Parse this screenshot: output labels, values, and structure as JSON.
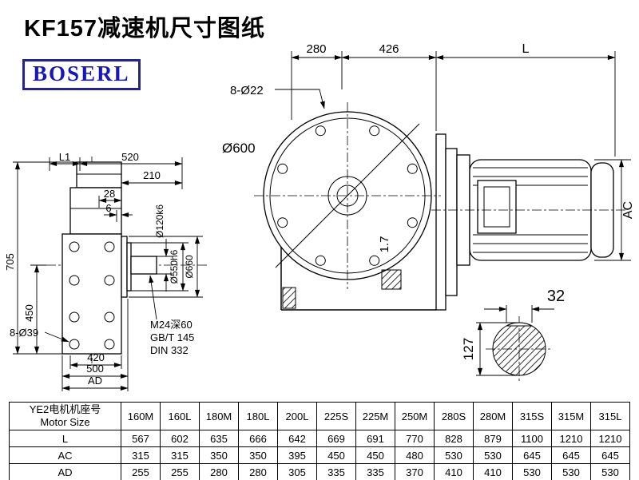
{
  "page": {
    "title": "KF157减速机尺寸图纸",
    "brand": "BOSERL"
  },
  "front_view": {
    "dim_top_1": "280",
    "dim_top_2": "426",
    "dim_top_3": "L",
    "bolt_note": "8-Ø22",
    "flange_dia": "Ø600",
    "ratio_note": "1.7",
    "motor_dia_label": "AC"
  },
  "side_view": {
    "dim_l1": "L1",
    "dim_520": "520",
    "dim_210": "210",
    "dim_28": "28",
    "dim_6": "6",
    "dim_705": "705",
    "dim_450": "450",
    "bolt_note": "8-Ø39",
    "dim_420": "420",
    "dim_500": "500",
    "dim_ad": "AD",
    "shaft_dia": "Ø120k6",
    "spigot_dia": "Ø550h6",
    "flange_dia": "Ø660",
    "thread_note_1": "M24深60",
    "thread_note_2": "GB/T 145",
    "thread_note_3": "DIN 332"
  },
  "shaft_section": {
    "key_width": "32",
    "shaft_dia": "127"
  },
  "table": {
    "header_cn": "YE2电机机座号",
    "header_en": "Motor Size",
    "columns": [
      "160M",
      "160L",
      "180M",
      "180L",
      "200L",
      "225S",
      "225M",
      "250M",
      "280S",
      "280M",
      "315S",
      "315M",
      "315L"
    ],
    "rows": [
      {
        "label": "L",
        "values": [
          "567",
          "602",
          "635",
          "666",
          "642",
          "669",
          "691",
          "770",
          "828",
          "879",
          "1100",
          "1210",
          "1210"
        ]
      },
      {
        "label": "AC",
        "values": [
          "315",
          "315",
          "350",
          "350",
          "395",
          "450",
          "450",
          "480",
          "530",
          "530",
          "645",
          "645",
          "645"
        ]
      },
      {
        "label": "AD",
        "values": [
          "255",
          "255",
          "280",
          "280",
          "305",
          "335",
          "335",
          "370",
          "410",
          "410",
          "530",
          "530",
          "530"
        ]
      }
    ]
  }
}
